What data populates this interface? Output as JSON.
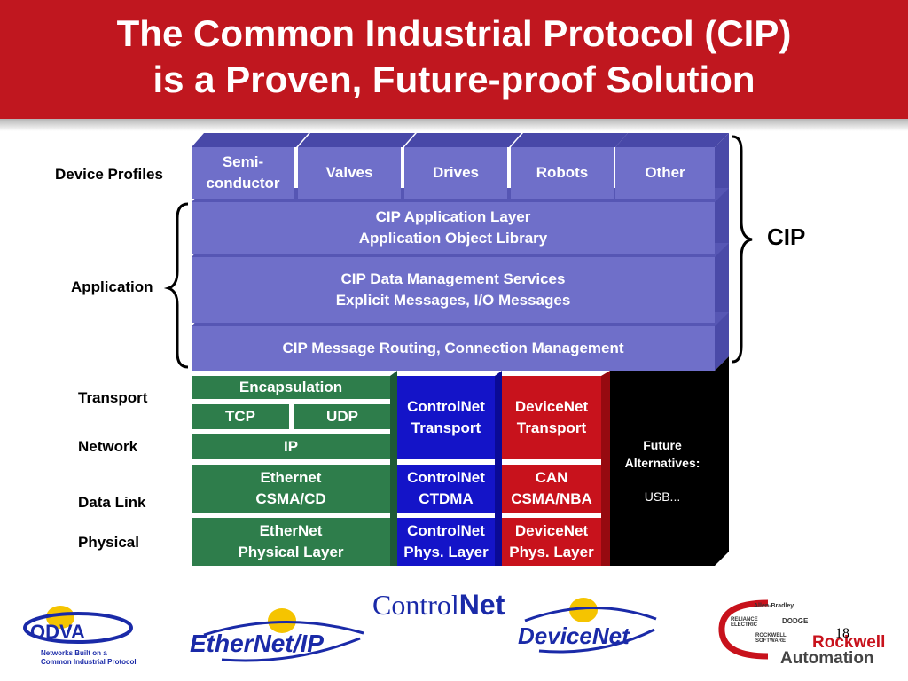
{
  "title": {
    "line1": "The Common Industrial Protocol (CIP)",
    "line2": "is a Proven, Future-proof Solution"
  },
  "layer_labels": {
    "device_profiles": "Device Profiles",
    "application": "Application",
    "transport": "Transport",
    "network": "Network",
    "data_link": "Data Link",
    "physical": "Physical"
  },
  "cip_label": "CIP",
  "profiles": {
    "semiconductor_line1": "Semi-",
    "semiconductor_line2": "conductor",
    "valves": "Valves",
    "drives": "Drives",
    "robots": "Robots",
    "other": "Other"
  },
  "application_layer": {
    "line1": "CIP Application Layer",
    "line2": "Application Object Library"
  },
  "data_mgmt": {
    "line1": "CIP Data Management Services",
    "line2": "Explicit Messages, I/O Messages"
  },
  "routing": "CIP Message Routing, Connection Management",
  "ethernet_stack": {
    "encapsulation": "Encapsulation",
    "tcp": "TCP",
    "udp": "UDP",
    "ip": "IP",
    "datalink_line1": "Ethernet",
    "datalink_line2": "CSMA/CD",
    "physical_line1": "EtherNet",
    "physical_line2": "Physical Layer"
  },
  "controlnet_stack": {
    "transport_line1": "ControlNet",
    "transport_line2": "Transport",
    "datalink_line1": "ControlNet",
    "datalink_line2": "CTDMA",
    "physical_line1": "ControlNet",
    "physical_line2": "Phys. Layer"
  },
  "devicenet_stack": {
    "transport_line1": "DeviceNet",
    "transport_line2": "Transport",
    "datalink_line1": "CAN",
    "datalink_line2": "CSMA/NBA",
    "physical_line1": "DeviceNet",
    "physical_line2": "Phys. Layer"
  },
  "future": {
    "line1": "Future",
    "line2": "Alternatives:",
    "line3": "USB..."
  },
  "logos": {
    "odva": "ODVA",
    "odva_tag1": "Networks Built on a",
    "odva_tag2": "Common Industrial Protocol",
    "ethernetip": "EtherNet/IP",
    "controlnet_a": "Control",
    "controlnet_b": "Net",
    "devicenet_a": "Device",
    "devicenet_b": "Net",
    "rockwell_top": "Rockwell",
    "rockwell_bottom": "Automation",
    "ab": "Allen-Bradley",
    "reliance": "RELIANCE ELECTRIC",
    "dodge": "DODGE",
    "rsoft": "ROCKWELL SOFTWARE"
  },
  "page_number": "18",
  "colors": {
    "title_red": "#c0171f",
    "cip_purple": "#6f6fc9",
    "ethernet_green": "#2e7d4b",
    "controlnet_blue": "#1414c8",
    "devicenet_red": "#c8121c"
  }
}
